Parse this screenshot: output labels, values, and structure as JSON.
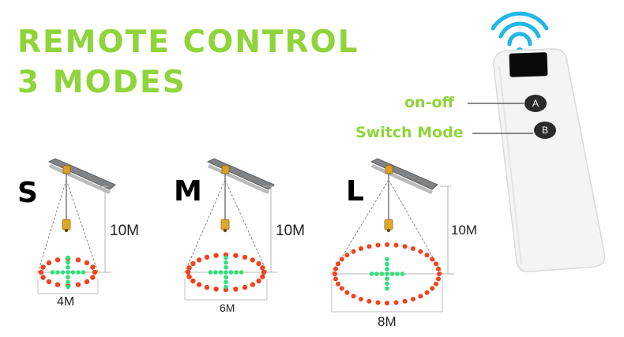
{
  "title": {
    "line1": "REMOTE CONTROL",
    "line2": "3 MODES"
  },
  "remote": {
    "button_a": "A",
    "button_b": "B",
    "callout_a": "on-off",
    "callout_b": "Switch Mode"
  },
  "modes": [
    {
      "letter": "S",
      "height": "10M",
      "width": "4M"
    },
    {
      "letter": "M",
      "height": "10M",
      "width": "6M"
    },
    {
      "letter": "L",
      "height": "10M",
      "width": "8M"
    }
  ],
  "colors": {
    "accent": "#8fd43a",
    "dots_red": "#f2421f",
    "dots_green": "#2fe07a"
  }
}
